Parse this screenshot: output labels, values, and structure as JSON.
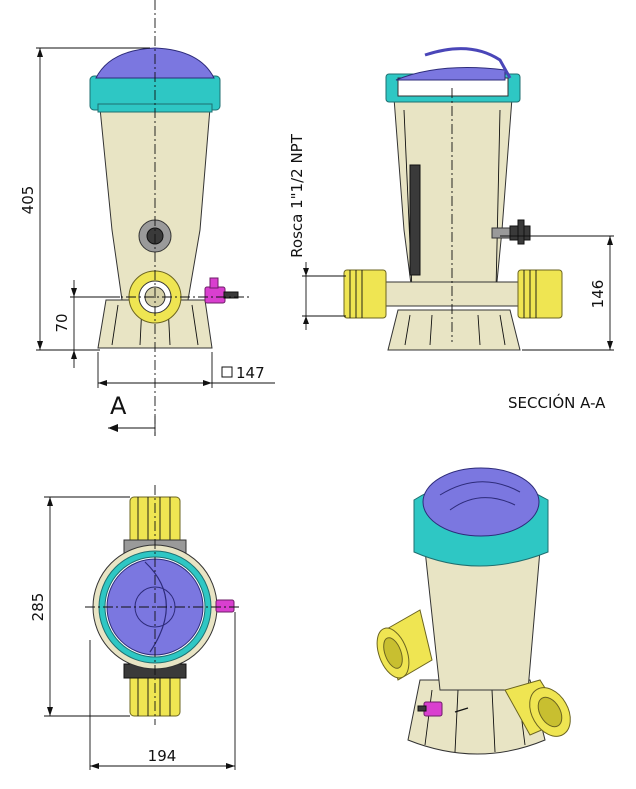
{
  "dimensions": {
    "height_total": "405",
    "height_inlet": "70",
    "square_side": "147",
    "section_height": "146",
    "top_depth": "285",
    "top_width": "194"
  },
  "labels": {
    "section_marker": "A",
    "section_title": "SECCIÓN A-A",
    "thread_note": "Rosca 1\"1/2 NPT",
    "square_symbol": "□"
  },
  "colors": {
    "body": "#e8e4c4",
    "ring": "#2ec7c4",
    "lid": "#7b77e0",
    "fitting": "#efe552",
    "valve": "#d93fcf"
  }
}
